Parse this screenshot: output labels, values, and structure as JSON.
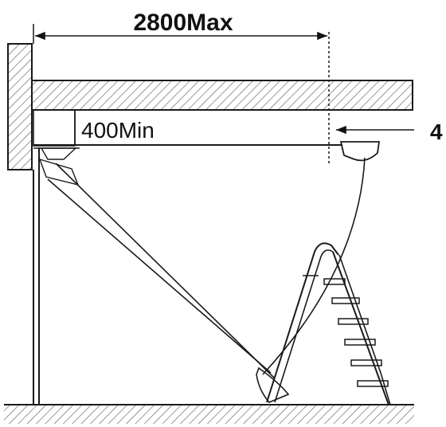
{
  "dimensions": {
    "overhang_max": "2800Max",
    "clearance_min": "400Min",
    "side_callout": "4"
  },
  "colors": {
    "line": "#1a1a1a",
    "hatch": "#555555",
    "background": "#ffffff"
  }
}
